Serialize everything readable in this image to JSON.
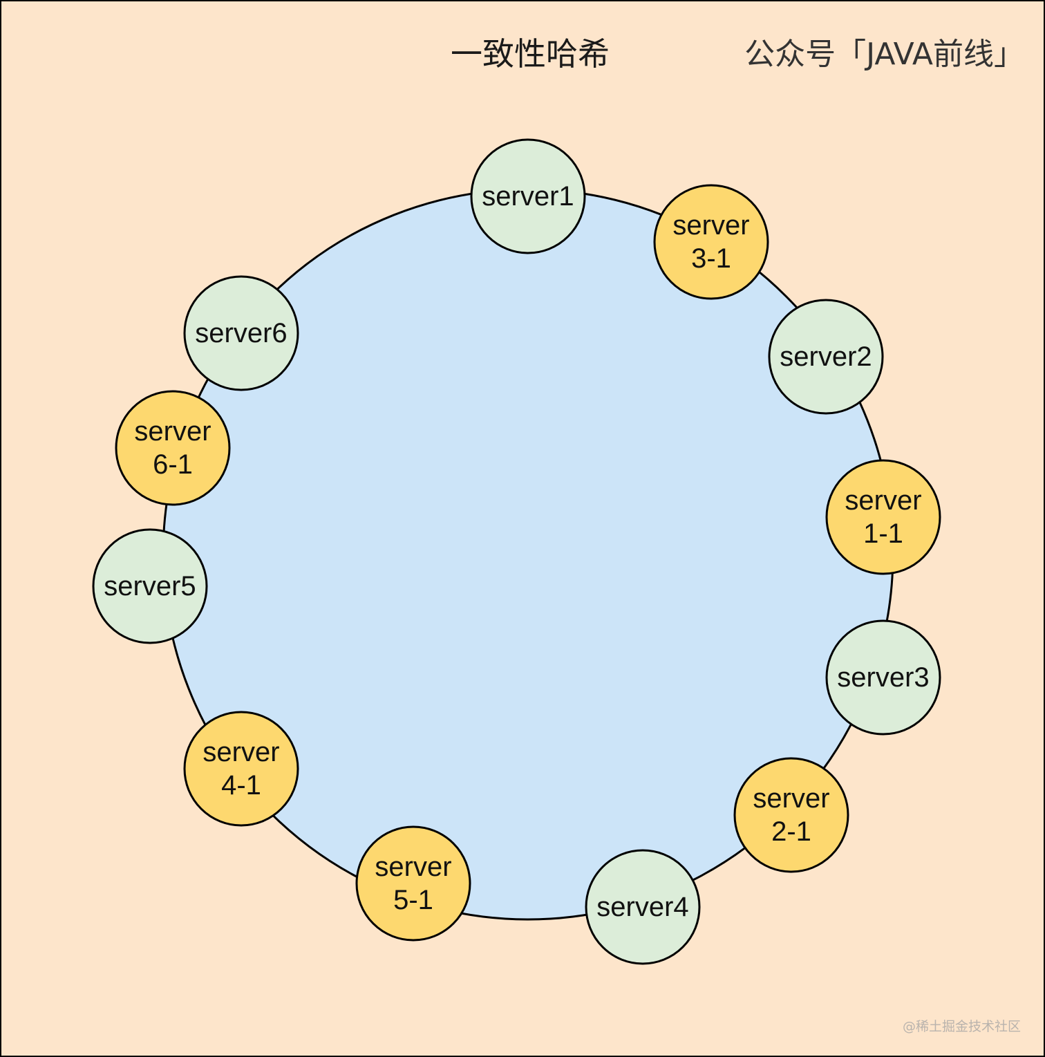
{
  "title": "一致性哈希",
  "brand": "公众号「JAVA前线」",
  "watermark": "@稀土掘金技术社区",
  "colors": {
    "background": "#FDE5CB",
    "ring_fill": "#CCE4F8",
    "server_fill": "#DCEDD9",
    "virtual_fill": "#FDD86F",
    "stroke": "#000000"
  },
  "nodes": [
    {
      "id": "server1",
      "kind": "server",
      "lines": [
        "server1"
      ]
    },
    {
      "id": "server3-1",
      "kind": "virtual",
      "lines": [
        "server",
        "3-1"
      ]
    },
    {
      "id": "server2",
      "kind": "server",
      "lines": [
        "server2"
      ]
    },
    {
      "id": "server1-1",
      "kind": "virtual",
      "lines": [
        "server",
        "1-1"
      ]
    },
    {
      "id": "server3",
      "kind": "server",
      "lines": [
        "server3"
      ]
    },
    {
      "id": "server2-1",
      "kind": "virtual",
      "lines": [
        "server",
        "2-1"
      ]
    },
    {
      "id": "server4",
      "kind": "server",
      "lines": [
        "server4"
      ]
    },
    {
      "id": "server5-1",
      "kind": "virtual",
      "lines": [
        "server",
        "5-1"
      ]
    },
    {
      "id": "server4-1",
      "kind": "virtual",
      "lines": [
        "server",
        "4-1"
      ]
    },
    {
      "id": "server5",
      "kind": "server",
      "lines": [
        "server5"
      ]
    },
    {
      "id": "server6-1",
      "kind": "virtual",
      "lines": [
        "server",
        "6-1"
      ]
    },
    {
      "id": "server6",
      "kind": "server",
      "lines": [
        "server6"
      ]
    }
  ]
}
